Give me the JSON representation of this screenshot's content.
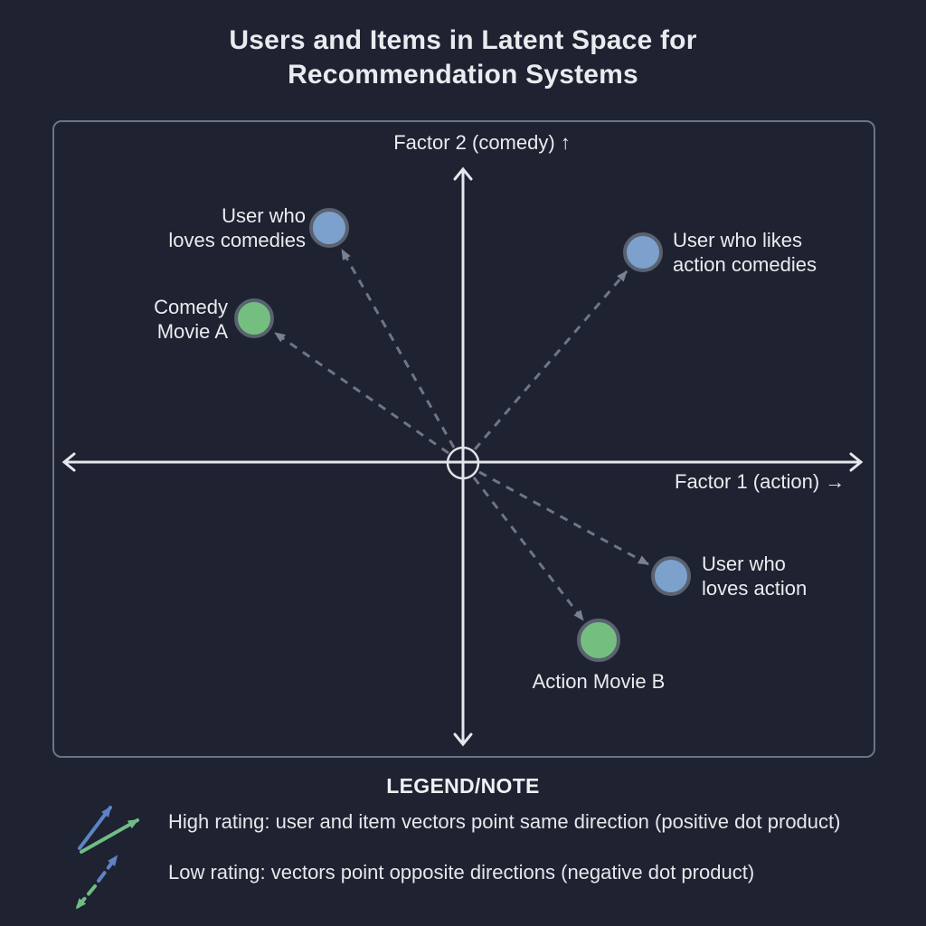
{
  "title": {
    "line1": "Users and Items in Latent Space for",
    "line2": "Recommendation Systems"
  },
  "colors": {
    "background": "#1e2231",
    "frame_border": "#6d7484",
    "axis": "#e4e7ec",
    "dashed_vector": "#6e7686",
    "user_point_fill": "#7ba1cc",
    "item_point_fill": "#74bf80",
    "point_ring": "#5a6170",
    "legend_user_arrow": "#5e82c4",
    "legend_item_arrow": "#70bd86"
  },
  "axes": {
    "x_label": "Factor 1 (action) →",
    "y_label": "Factor 2 (comedy) ↑"
  },
  "points": {
    "user_loves_comedies": {
      "type": "user",
      "line1": "User who",
      "line2": "loves comedies"
    },
    "comedy_movie_a": {
      "type": "item",
      "line1": "Comedy",
      "line2": "Movie A"
    },
    "user_likes_action_comedies": {
      "type": "user",
      "line1": "User who likes",
      "line2": "action comedies"
    },
    "user_loves_action": {
      "type": "user",
      "line1": "User who",
      "line2": "loves action"
    },
    "action_movie_b": {
      "type": "item",
      "line1": "Action Movie B"
    }
  },
  "legend": {
    "heading": "LEGEND/NOTE",
    "high_rating": "High rating: user and item vectors point same direction (positive dot product)",
    "low_rating": "Low rating: vectors point opposite directions (negative dot product)"
  }
}
